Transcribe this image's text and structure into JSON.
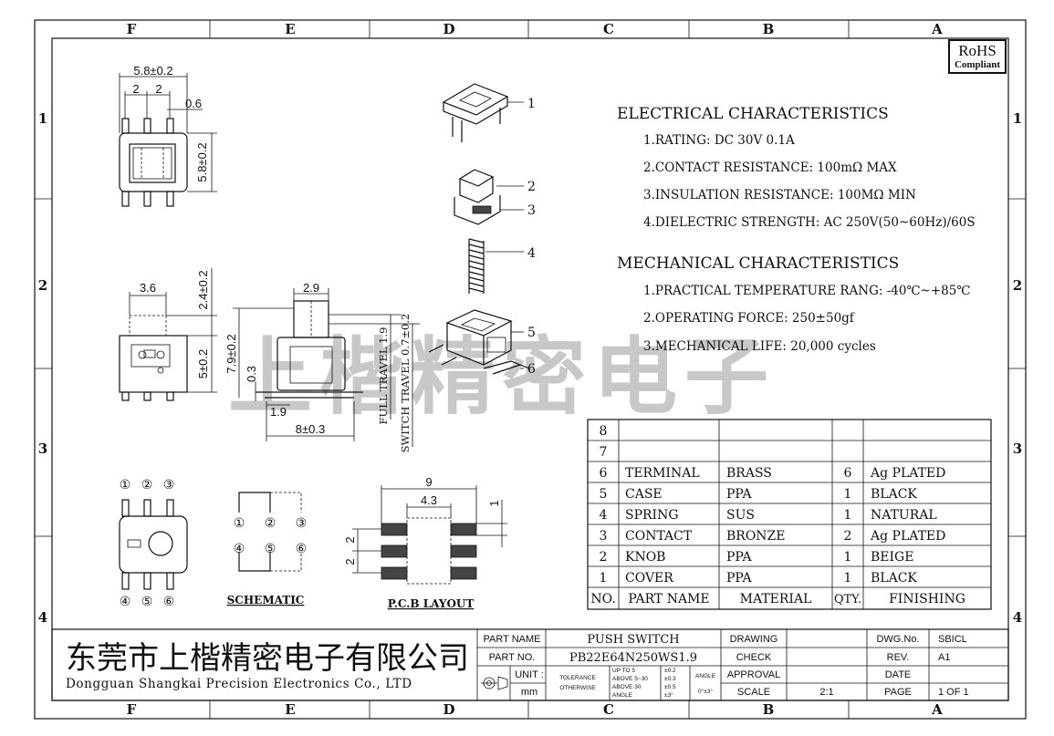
{
  "grid": {
    "columns": [
      "F",
      "E",
      "D",
      "C",
      "B",
      "A"
    ],
    "rows": [
      "1",
      "2",
      "3",
      "4"
    ]
  },
  "rohs": {
    "line1": "RoHS",
    "line2": "Compliant"
  },
  "watermark": "上楷精密电子",
  "electrical": {
    "title": "ELECTRICAL CHARACTERISTICS",
    "items": [
      "1.RATING: DC 30V 0.1A",
      "2.CONTACT RESISTANCE: 100mΩ MAX",
      "3.INSULATION RESISTANCE: 100MΩ MIN",
      "4.DIELECTRIC STRENGTH: AC 250V(50~60Hz)/60S"
    ]
  },
  "mechanical": {
    "title": "MECHANICAL CHARACTERISTICS",
    "items": [
      "1.PRACTICAL TEMPERATURE RANG: -40℃~+85℃",
      "2.OPERATING FORCE: 250±50gf",
      "3.MECHANICAL LIFE: 20,000 cycles"
    ]
  },
  "dims": {
    "top_width": "5.8±0.2",
    "pitch_a": "2",
    "pitch_b": "2",
    "pin_w": "0.6",
    "top_height": "5.8±0.2",
    "side_w": "3.6",
    "knob_h": "2.4±0.2",
    "body_h": "5±0.2",
    "front_knob": "2.9",
    "total_h": "7.9±0.2",
    "pin_t": "0.3",
    "pin_off": "1.9",
    "foot_w": "8±0.3",
    "full_travel": "FULL TRAVEL 1.9",
    "switch_travel": "SWITCH TRAVEL 0.7±0.2",
    "pcb_w": "9",
    "pcb_in": "4.3",
    "pcb_pad": "1",
    "pcb_p1": "2",
    "pcb_p2": "2"
  },
  "callouts": [
    "1",
    "2",
    "3",
    "4",
    "5",
    "6"
  ],
  "pins": [
    "①",
    "②",
    "③",
    "④",
    "⑤",
    "⑥"
  ],
  "labels": {
    "schematic": "SCHEMATIC",
    "pcb": "P.C.B LAYOUT"
  },
  "bom": {
    "empty_rows": [
      "8",
      "7"
    ],
    "rows": [
      {
        "no": "6",
        "name": "TERMINAL",
        "material": "BRASS",
        "qty": "6",
        "finish": "Ag PLATED"
      },
      {
        "no": "5",
        "name": "CASE",
        "material": "PPA",
        "qty": "1",
        "finish": "BLACK"
      },
      {
        "no": "4",
        "name": "SPRING",
        "material": "SUS",
        "qty": "1",
        "finish": "NATURAL"
      },
      {
        "no": "3",
        "name": "CONTACT",
        "material": "BRONZE",
        "qty": "2",
        "finish": "Ag PLATED"
      },
      {
        "no": "2",
        "name": "KNOB",
        "material": "PPA",
        "qty": "1",
        "finish": "BEIGE"
      },
      {
        "no": "1",
        "name": "COVER",
        "material": "PPA",
        "qty": "1",
        "finish": "BLACK"
      }
    ],
    "headers": {
      "no": "NO.",
      "name": "PART NAME",
      "material": "MATERIAL",
      "qty": "QTY.",
      "finish": "FINISHING"
    }
  },
  "titleblock": {
    "company_cn": "东莞市上楷精密电子有限公司",
    "company_en": "Dongguan Shangkai Precision Electronics Co., LTD",
    "part_name_label": "PART NAME",
    "part_name": "PUSH SWITCH",
    "part_no_label": "PART NO.",
    "part_no": "PB22E64N250WS1.9",
    "unit_label": "UNIT :",
    "unit": "mm",
    "tolerance": "TOLERANCE",
    "otherwise": "OTHERWISE",
    "tol_rows": [
      {
        "range": "UP TO 5",
        "tol": "±0.2"
      },
      {
        "range": "ABOVE 5~30",
        "tol": "±0.3"
      },
      {
        "range": "ABOVE 30",
        "tol": "±0.5"
      },
      {
        "range": "ANGLE",
        "tol": "±3°"
      }
    ],
    "angle_label": "ANGLE",
    "angle_tol": "0°±3°",
    "drawing": "DRAWING",
    "check": "CHECK",
    "approval": "APPROVAL",
    "scale_label": "SCALE",
    "scale": "2:1",
    "dwg_label": "DWG.No.",
    "dwg": "SBICL",
    "rev_label": "REV.",
    "rev": "A1",
    "date_label": "DATE",
    "page_label": "PAGE",
    "page": "1 OF 1"
  }
}
